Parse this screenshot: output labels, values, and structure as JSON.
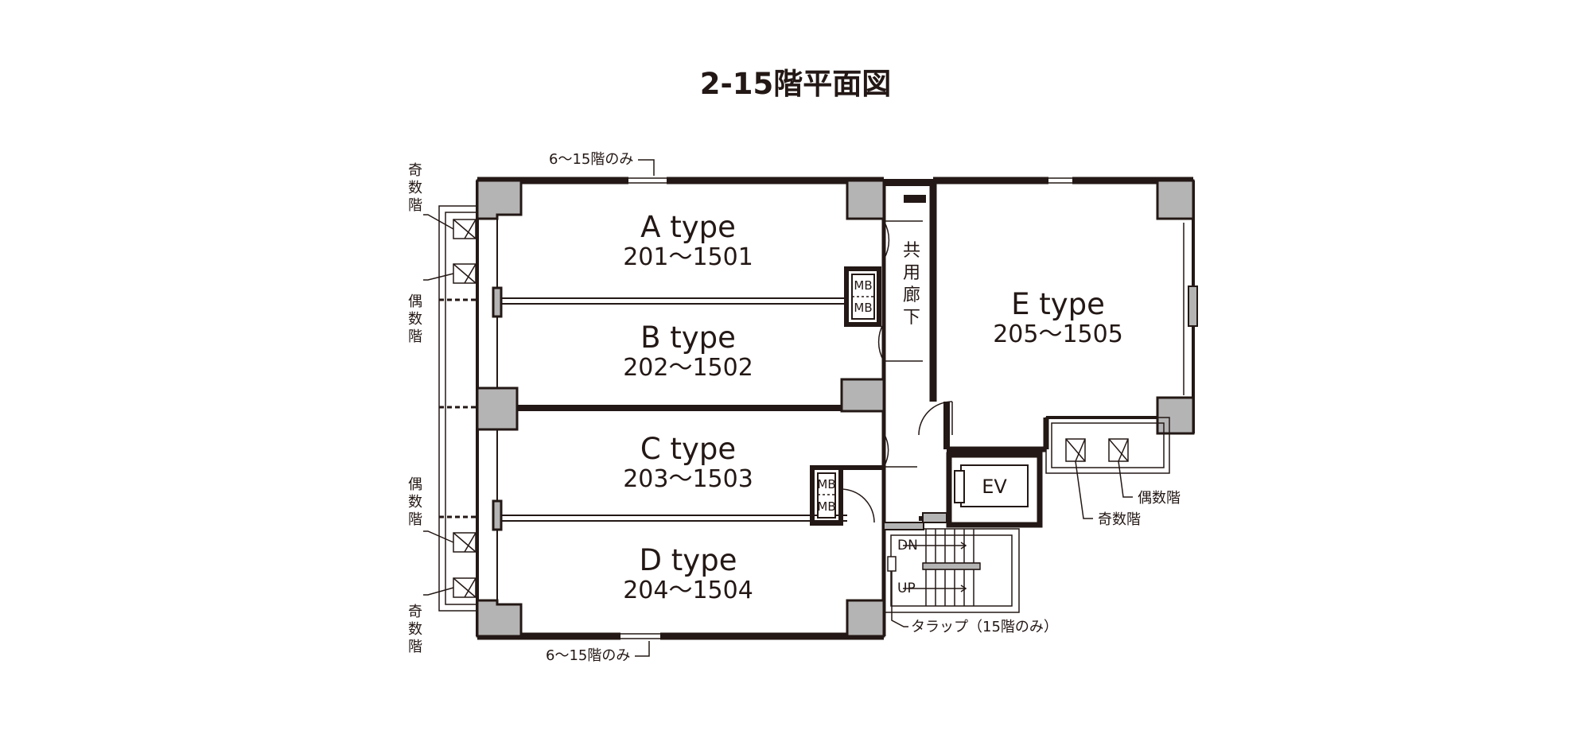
{
  "title": "2-15階平面図",
  "units": [
    {
      "type": "A type",
      "rooms": "201〜1501"
    },
    {
      "type": "B type",
      "rooms": "202〜1502"
    },
    {
      "type": "C type",
      "rooms": "203〜1503"
    },
    {
      "type": "D type",
      "rooms": "204〜1504"
    },
    {
      "type": "E type",
      "rooms": "205〜1505"
    }
  ],
  "labels": {
    "top_note": "6〜15階のみ",
    "bottom_note": "6〜15階のみ",
    "corridor": [
      "共",
      "用",
      "廊",
      "下"
    ],
    "elevator": "EV",
    "mb": "MB",
    "stair_down": "DN",
    "stair_up": "UP",
    "trap": "タラップ（15階のみ）",
    "odd": "奇数階",
    "even": "偶数階",
    "odd_v": [
      "奇",
      "数",
      "階"
    ],
    "even_v": [
      "偶",
      "数",
      "階"
    ]
  },
  "colors": {
    "wall": "#231815",
    "column": "#b4b4b4",
    "background": "#ffffff"
  }
}
